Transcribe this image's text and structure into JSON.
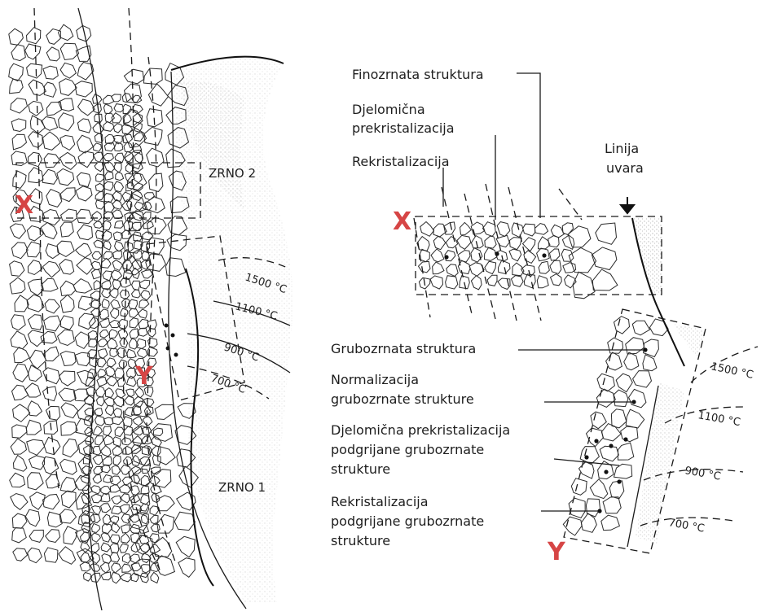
{
  "left_diagram": {
    "zone_grain_2": "ZRNO 2",
    "zone_grain_1": "ZRNO 1",
    "point_x": "X",
    "point_y": "Y",
    "isotherms": [
      "1500 °C",
      "1100 °C",
      "900 °C",
      "700 °C"
    ]
  },
  "right_diagram": {
    "point_x": "X",
    "point_y": "Y",
    "fusion_line": [
      "Linija",
      "uvara"
    ],
    "labels_top": {
      "fine_grain": "Finozrnata struktura",
      "partial_recrystallization": [
        "Djelomična",
        "prekristalizacija"
      ],
      "recrystallization": "Rekristalizacija"
    },
    "labels_bottom": {
      "coarse_grain": "Grubozrnata struktura",
      "normalization": [
        "Normalizacija",
        "grubozrnate strukture"
      ],
      "partial_recrystallization_coarse": [
        "Djelomična prekristalizacija",
        "podgrijane grubozrnate",
        "strukture"
      ],
      "recrystallization_coarse": [
        "Rekristalizacija",
        "podgrijane grubozrnate",
        "strukture"
      ]
    },
    "isotherms": [
      "1500 °C",
      "1100 °C",
      "900 °C",
      "700 °C"
    ]
  },
  "colors": {
    "marker": "#d64545",
    "ink": "#1a1a1a",
    "stipple": "#b8b8b8"
  }
}
